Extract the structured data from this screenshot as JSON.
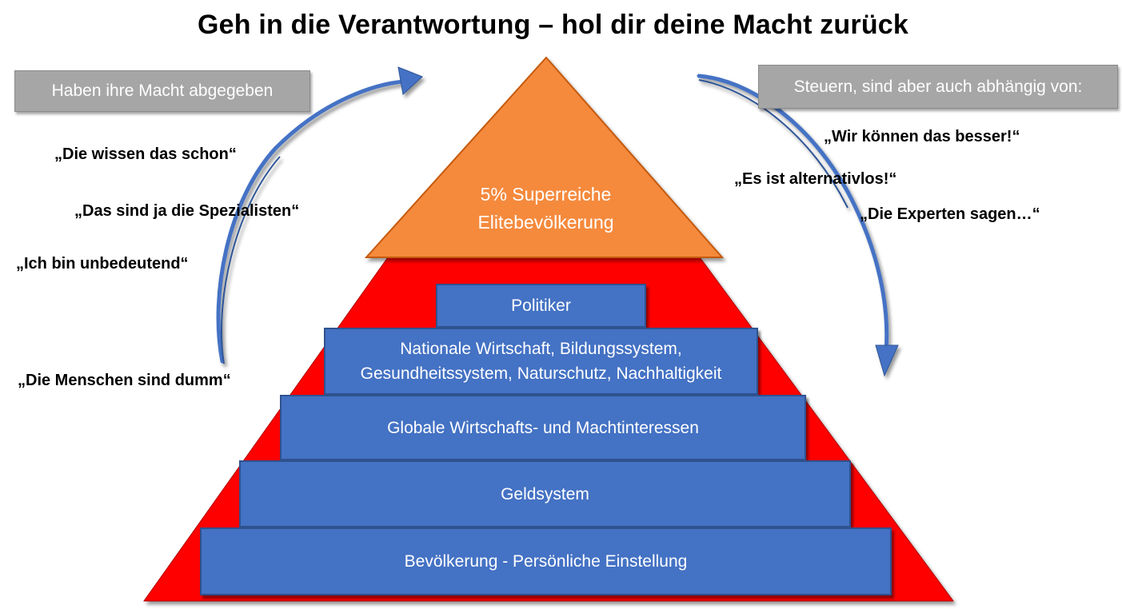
{
  "title": "Geh in die Verantwortung – hol dir deine Macht zurück",
  "left_box": "Haben ihre Macht abgegeben",
  "right_box": "Steuern, sind aber auch abhängig von:",
  "left_quotes": [
    "„Die wissen das schon“",
    "„Das sind ja die Spezialisten“",
    "„Ich bin unbedeutend“",
    "„Die Menschen sind dumm“"
  ],
  "right_quotes": [
    "„Wir können das besser!“",
    "„Es ist alternativlos!“",
    "„Die Experten sagen…“"
  ],
  "apex": {
    "line1": "5% Superreiche",
    "line2": "Elitebevölkerung"
  },
  "tiers": [
    {
      "lines": [
        "Politiker"
      ]
    },
    {
      "lines": [
        "Nationale Wirtschaft, Bildungssystem,",
        "Gesundheitssystem, Naturschutz, Nachhaltigkeit"
      ]
    },
    {
      "lines": [
        "Globale Wirtschafts- und Machtinteressen"
      ]
    },
    {
      "lines": [
        "Geldsystem"
      ]
    },
    {
      "lines": [
        "Bevölkerung - Persönliche Einstellung"
      ]
    }
  ],
  "colors": {
    "pyramid_base": "#ff0000",
    "apex": "#f58a3c",
    "tier": "#4472c4",
    "arrow": "#4472c4",
    "label_box": "#a6a6a6"
  }
}
